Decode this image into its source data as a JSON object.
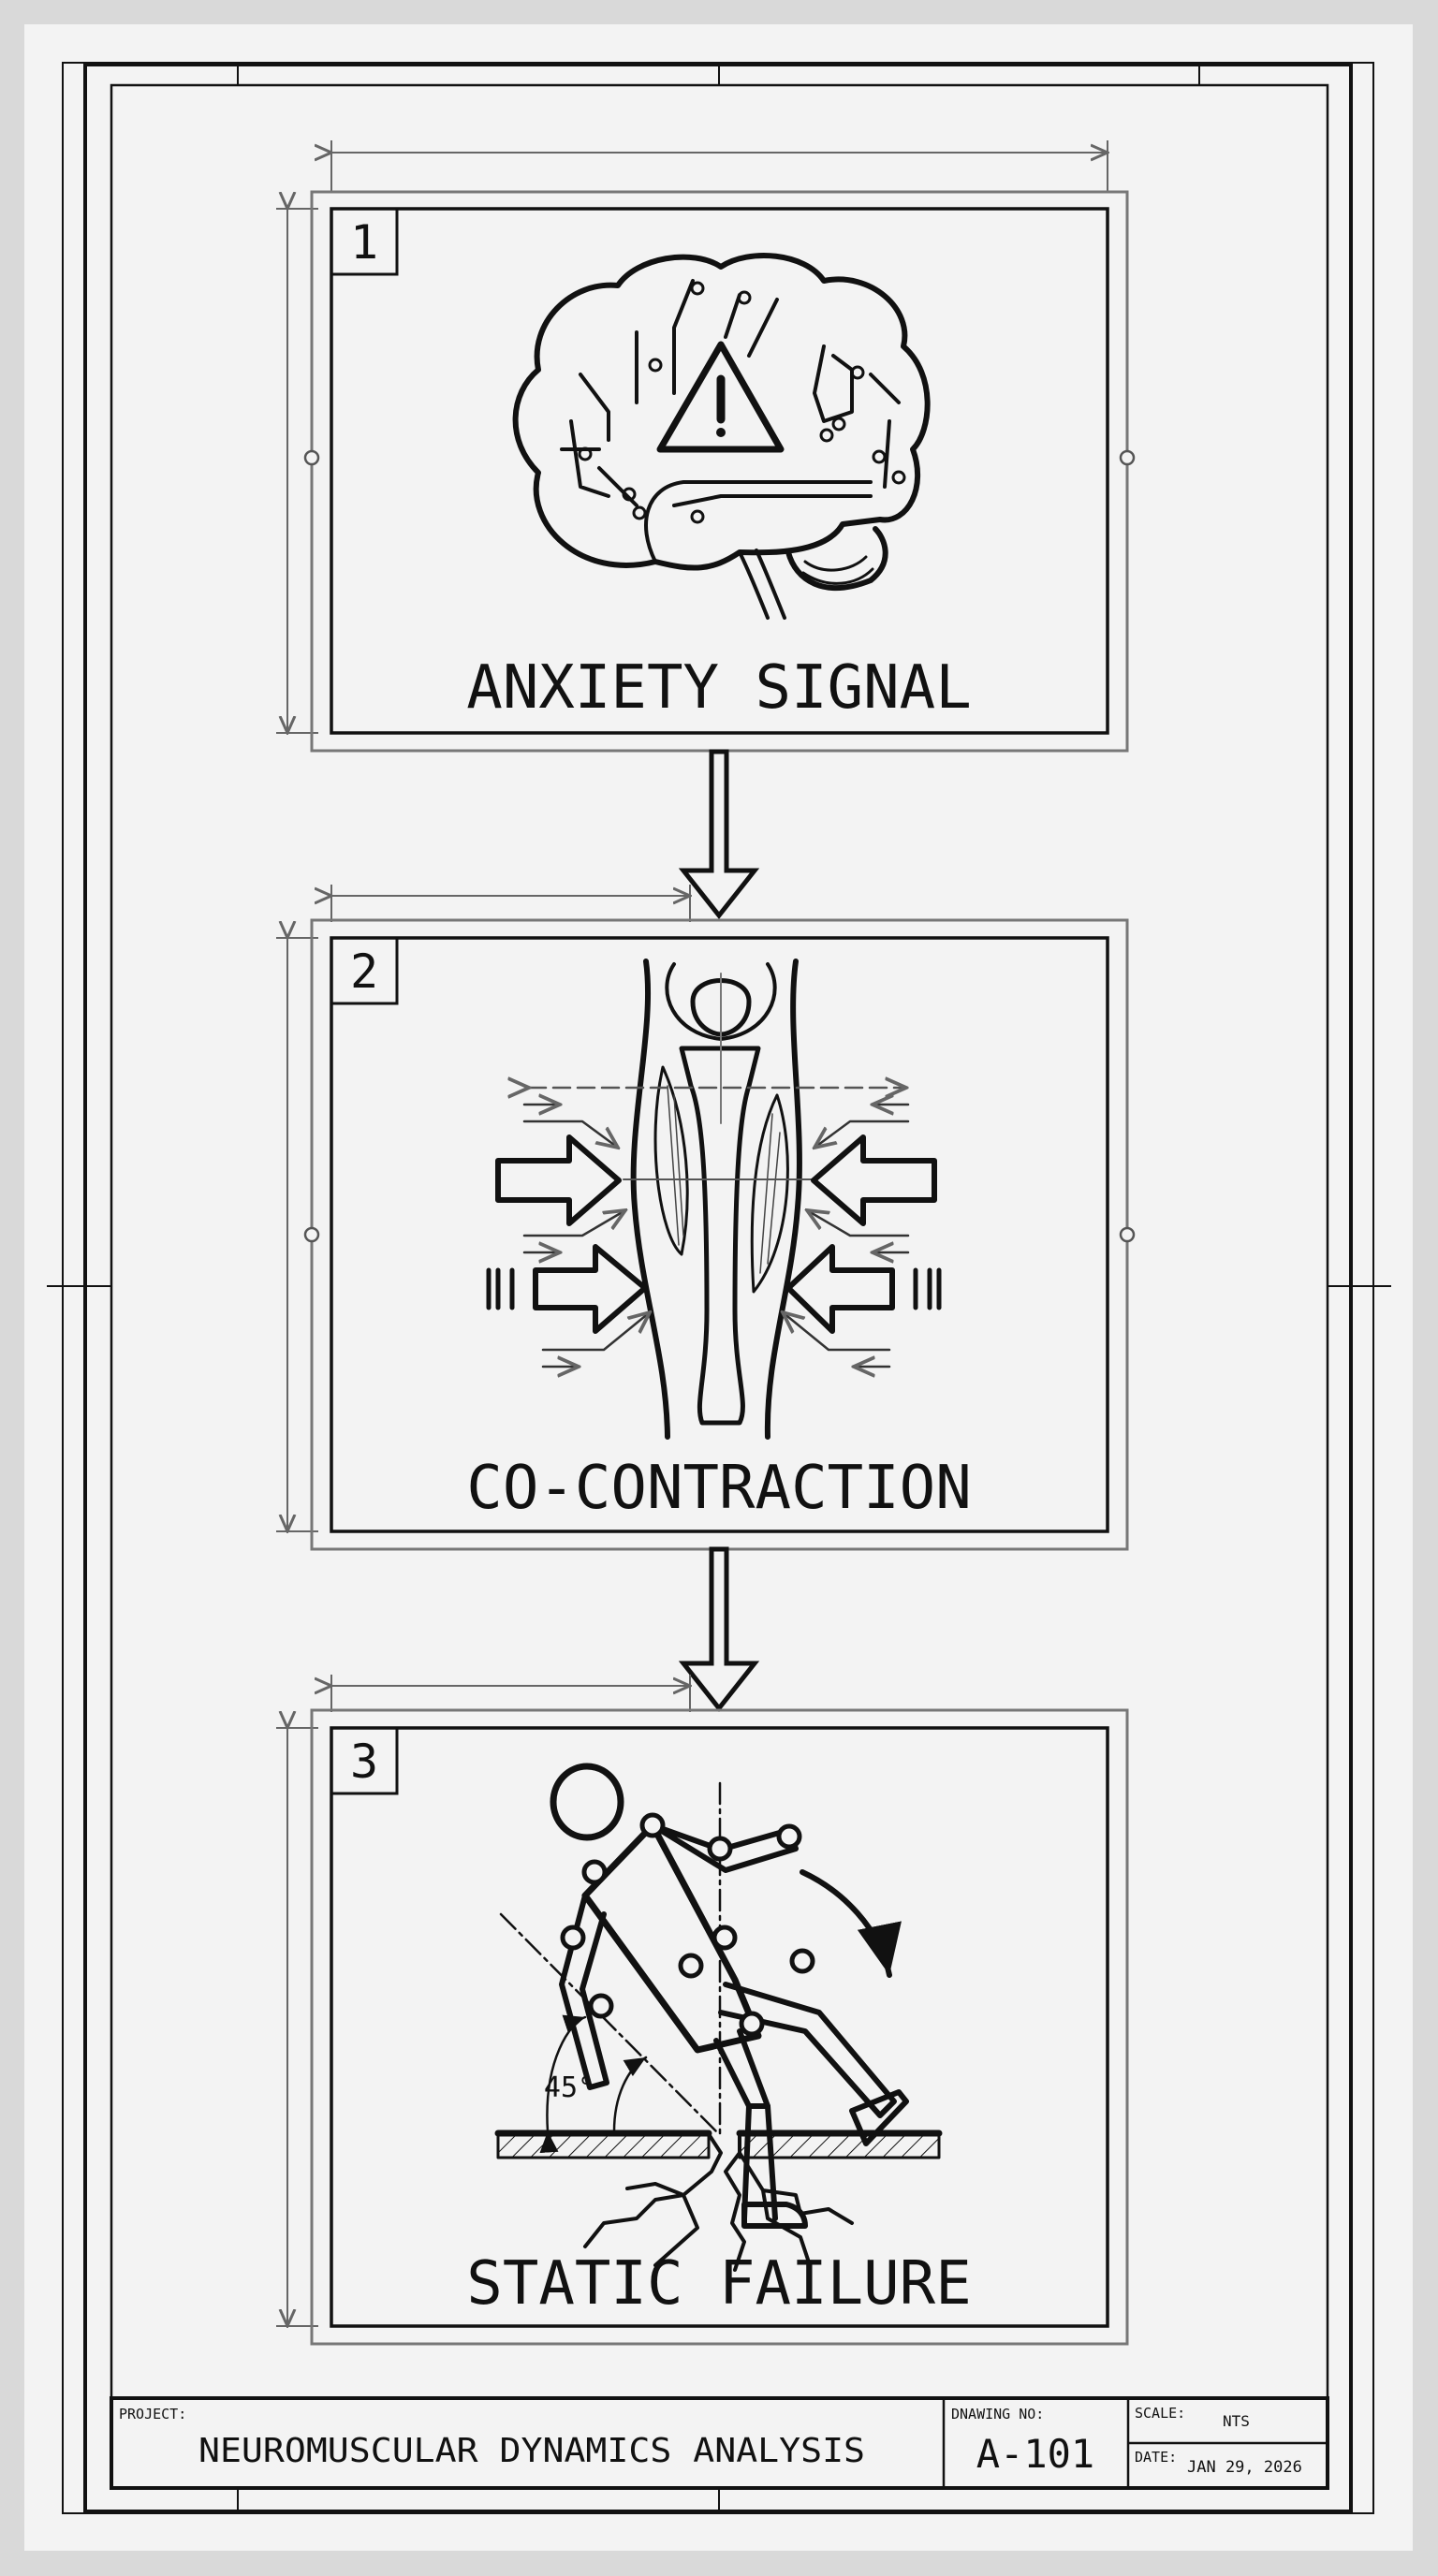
{
  "colors": {
    "paper": "#f3f3f3",
    "ink": "#111111",
    "dimension": "#666666"
  },
  "panels": [
    {
      "number": "1",
      "label": "ANXIETY SIGNAL",
      "icon": "brain-warning-icon"
    },
    {
      "number": "2",
      "label": "CO-CONTRACTION",
      "icon": "leg-muscle-compression-icon"
    },
    {
      "number": "3",
      "label": "STATIC FAILURE",
      "icon": "falling-figure-icon",
      "angle_label": "45°"
    }
  ],
  "title_block": {
    "project_label": "PROJECT:",
    "project_name": "NEUROMUSCULAR DYNAMICS ANALYSIS",
    "drawing_no_label": "DNAWING NO:",
    "drawing_no": "A-101",
    "scale_label": "SCALE:",
    "scale": "NTS",
    "date_label": "DATE:",
    "date": "JAN 29, 2026"
  }
}
